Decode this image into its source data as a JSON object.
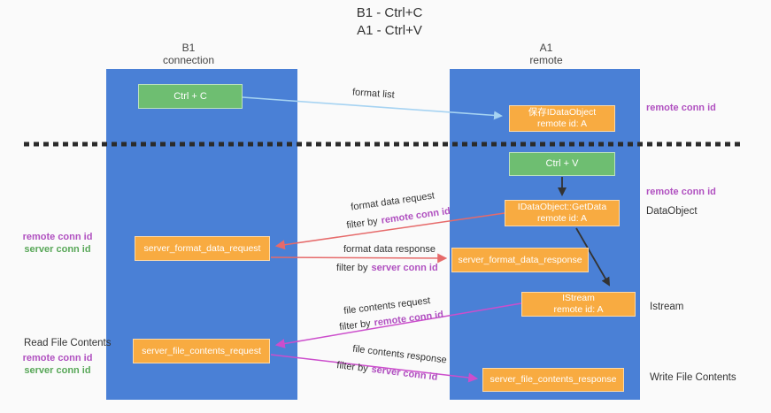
{
  "title": {
    "line1": "B1 - Ctrl+C",
    "line2": "A1 - Ctrl+V"
  },
  "lifelines": {
    "left": {
      "name": "B1",
      "role": "connection"
    },
    "right": {
      "name": "A1",
      "role": "remote"
    }
  },
  "boxes": {
    "ctrl_c": {
      "label": "Ctrl + C"
    },
    "ctrl_v": {
      "label": "Ctrl + V"
    },
    "save_dataobject": {
      "line1": "保存IDataObject",
      "line2": "remote id: A"
    },
    "getdata": {
      "line1": "IDataObject::GetData",
      "line2": "remote id: A"
    },
    "istream": {
      "line1": "IStream",
      "line2": "remote id: A"
    },
    "server_format_data_request": {
      "label": "server_format_data_request"
    },
    "server_format_data_response": {
      "label": "server_format_data_response"
    },
    "server_file_contents_request": {
      "label": "server_file_contents_request"
    },
    "server_file_contents_response": {
      "label": "server_file_contents_response"
    }
  },
  "arrow_labels": {
    "format_list": "format list",
    "format_data_request": "format data request",
    "format_data_response": "format data response",
    "file_contents_request": "file contents request",
    "file_contents_response": "file contents response",
    "filter_by": "filter by",
    "remote_conn_id": "remote conn id",
    "server_conn_id": "server conn id"
  },
  "side_labels": {
    "right_remote_conn_id_1": "remote conn id",
    "right_remote_conn_id_2": "remote conn id",
    "dataobject": "DataObject",
    "istream": "Istream",
    "write_file_contents": "Write File Contents",
    "read_file_contents": "Read File Contents",
    "left_remote_conn_id_1": "remote conn id",
    "left_server_conn_id_1": "server conn id",
    "left_remote_conn_id_2": "remote conn id",
    "left_server_conn_id_2": "server conn id"
  },
  "colors": {
    "lifeline_blue": "#4a80d6",
    "box_green": "#6ebe71",
    "box_orange": "#f8ab41",
    "accent_purple": "#b050c0",
    "accent_green": "#58a758",
    "arrow_red": "#e66a6a",
    "arrow_magenta": "#cc4ecc",
    "arrow_lightblue": "#a6d3f2",
    "arrow_black": "#333333",
    "dashed_line": "#2b2b2b",
    "background": "#fafafa"
  }
}
